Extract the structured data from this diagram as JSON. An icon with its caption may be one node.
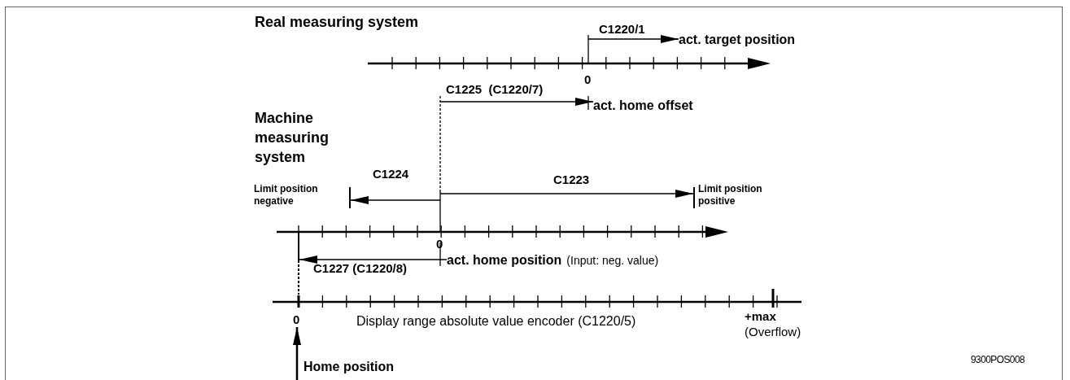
{
  "diagram": {
    "nodes": [
      {
        "text": [
          "act. target position"
        ]
      },
      {
        "text": [
          "act. home offset"
        ]
      },
      {
        "text": [],
        "shape": "bar",
        "beside": [
          "Limit position negative"
        ]
      },
      {
        "text": [],
        "shape": "bar",
        "beside": [
          "Limit position positive"
        ]
      },
      {
        "text": [
          "act. home position",
          "(Input: neg. value)"
        ]
      },
      {
        "text": [
          "0"
        ]
      },
      {
        "text": [],
        "shape": "bar"
      }
    ],
    "edges": [
      {
        "from": null,
        "to": 0,
        "arrow": "to",
        "label": "C1220/1"
      },
      {
        "from": null,
        "to": 1,
        "arrow": "to",
        "label": "C1225  (C1220/7)"
      },
      {
        "from": null,
        "to": 2,
        "arrow": "to",
        "label": "C1224"
      },
      {
        "from": null,
        "to": 3,
        "arrow": "to",
        "label": "C1223"
      },
      {
        "from": 4,
        "to": 6,
        "arrow": "to",
        "label": "C1227 (C1220/8)"
      },
      {
        "from": null,
        "to": 5,
        "arrow": "to"
      }
    ],
    "labels": [
      "Real measuring system",
      "0",
      "Machine measuring system",
      "0",
      "Display range absolute value encoder (C1220/5)",
      "+max",
      "(Overflow)",
      "Home position",
      "9300POS008"
    ]
  }
}
